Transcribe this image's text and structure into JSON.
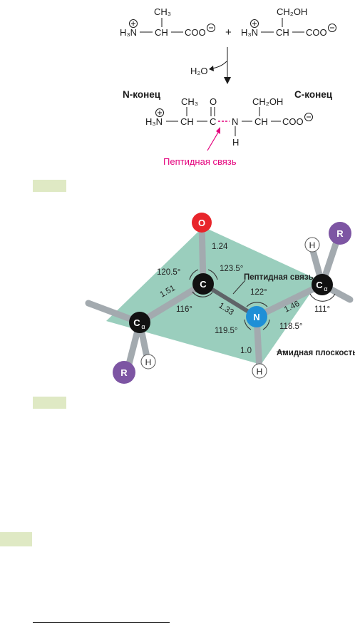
{
  "reaction": {
    "aa1": {
      "ammonium": "H₃N",
      "calpha": "CH",
      "carboxylate": "COO",
      "side_chain": "CH₃"
    },
    "plus": "+",
    "aa2": {
      "ammonium": "H₃N",
      "calpha": "CH",
      "carboxylate": "COO",
      "side_chain": "CH₂OH"
    },
    "water": "H₂O",
    "n_end_label": "N-конец",
    "c_end_label": "C-конец",
    "dipeptide": {
      "ammonium": "H₃N",
      "calpha1": "CH",
      "side_chain1": "CH₃",
      "carbonyl_c": "C",
      "carbonyl_o": "O",
      "amide_n": "N",
      "amide_h": "H",
      "calpha2": "CH",
      "side_chain2": "CH₂OH",
      "carboxylate": "COO"
    },
    "bond_callout": "Пептидная связь",
    "charge_plus": "+",
    "charge_minus": "−"
  },
  "colors": {
    "accent_magenta": "#e4007c",
    "plane_fill": "#8fc9b6",
    "atom_o": "#e8252b",
    "atom_n": "#1f8fd6",
    "atom_c": "#111111",
    "atom_r": "#7d55a3",
    "bond_gray": "#a3aaaf",
    "tab_green": "#dfe9c4"
  },
  "geometry": {
    "atoms": {
      "o": "O",
      "c": "C",
      "n": "N",
      "calpha_left": "C",
      "calpha_left_sub": "α",
      "calpha_right": "C",
      "calpha_right_sub": "α",
      "r_left": "R",
      "r_right": "R",
      "h_left": "H",
      "h_right": "H",
      "h_n": "H"
    },
    "bond_lengths": {
      "c_o": "1.24",
      "calpha_c": "1.51",
      "c_n": "1.33",
      "n_calpha": "1.46",
      "n_h": "1.0"
    },
    "angles": {
      "calpha_c_o": "120.5°",
      "o_c_n": "123.5°",
      "calpha_c_n": "116°",
      "c_n_calpha": "122°",
      "c_n_h": "119.5°",
      "calpha_n_h": "118.5°",
      "n_calpha_c": "111°"
    },
    "peptide_bond_label": "Пептидная связь",
    "amide_plane_label": "Амидная плоскость"
  }
}
